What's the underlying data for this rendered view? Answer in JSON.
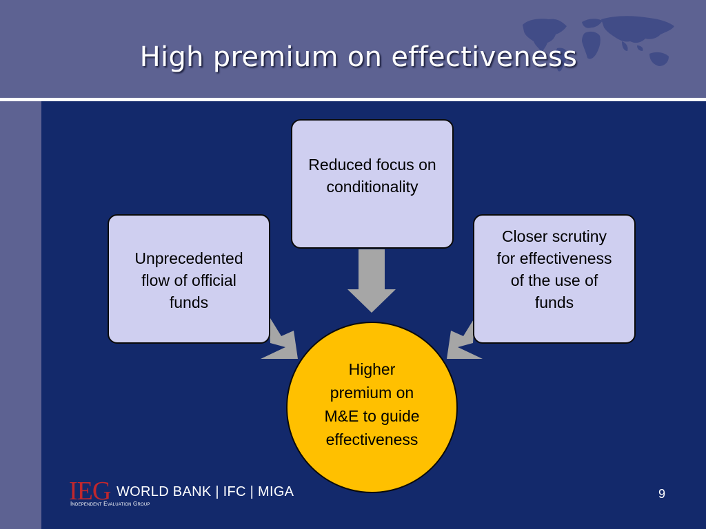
{
  "slide": {
    "title": "High premium on effectiveness",
    "page_number": "9"
  },
  "diagram": {
    "top_box": "Reduced focus on\nconditionality",
    "left_box": "Unprecedented\nflow of official\nfunds",
    "right_box": "Closer scrutiny\nfor effectiveness\nof the use of\nfunds",
    "center_circle": "Higher\npremium on\nM&E to guide\neffectiveness"
  },
  "logo": {
    "acronym": "IEG",
    "organizations": "WORLD BANK  |  IFC  |  MIGA",
    "subtitle": "Independent Evaluation Group"
  },
  "colors": {
    "header_background": "#5d6292",
    "panel_background": "#13296b",
    "box_fill": "#cfcff0",
    "circle_fill": "#ffc000",
    "arrow_fill": "#a6a6a6",
    "logo_red": "#c1272d"
  },
  "icons": [
    "world-map-icon",
    "down-arrow-icon",
    "right-down-arrow-icon",
    "left-down-arrow-icon"
  ]
}
